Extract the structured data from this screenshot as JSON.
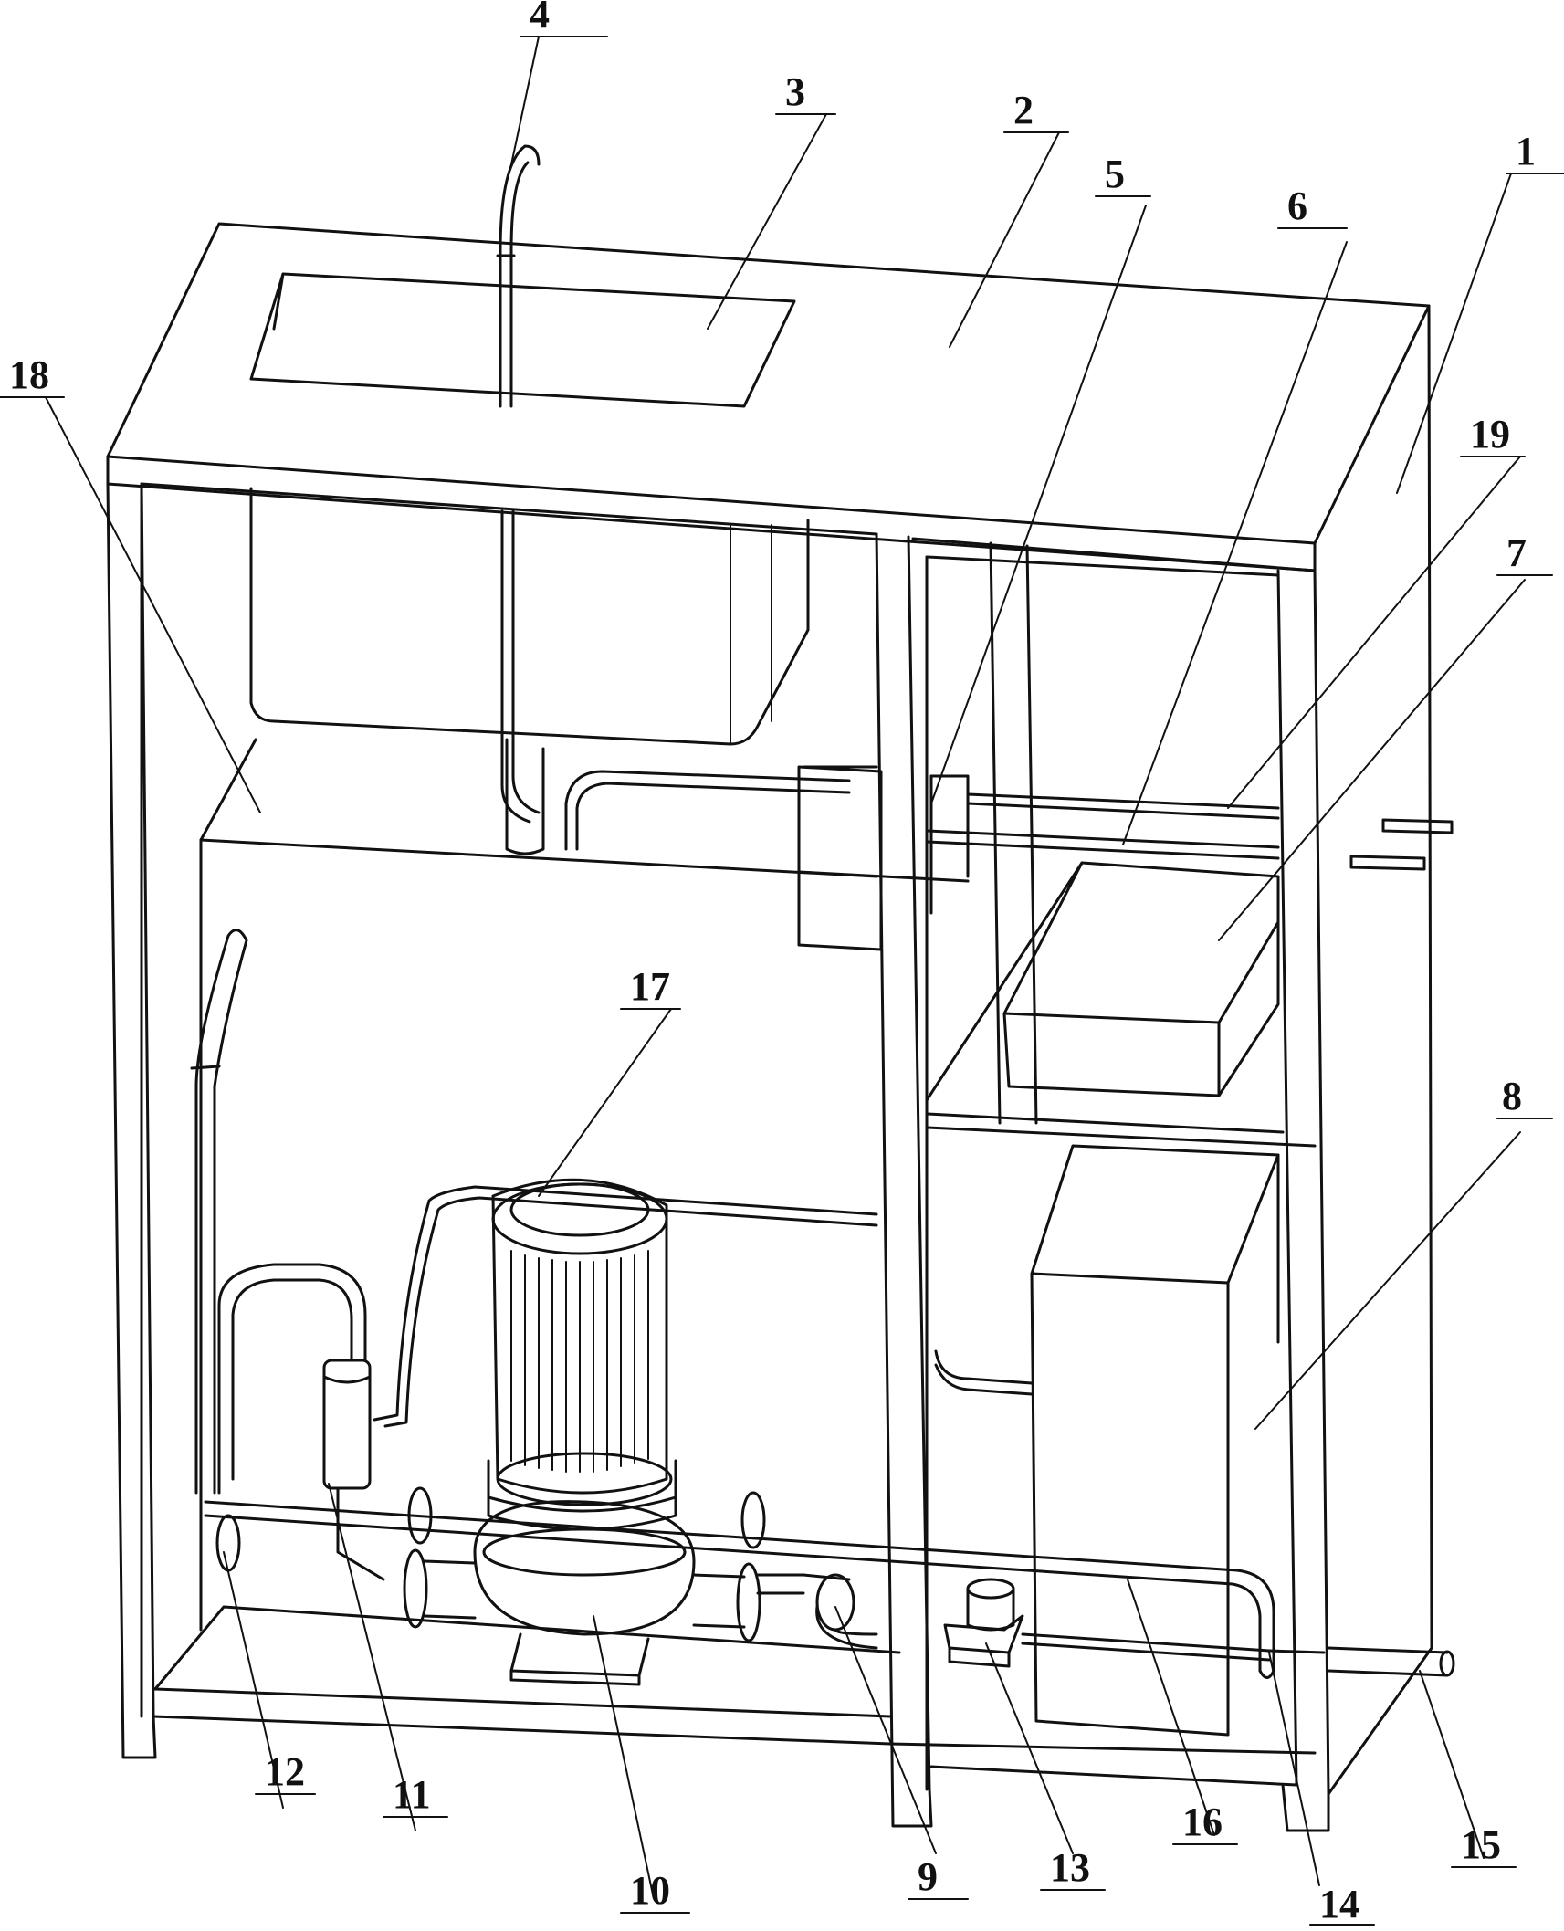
{
  "figure": {
    "callouts": [
      {
        "id": "c1",
        "number": "1"
      },
      {
        "id": "c2",
        "number": "2"
      },
      {
        "id": "c3",
        "number": "3"
      },
      {
        "id": "c4",
        "number": "4"
      },
      {
        "id": "c5",
        "number": "5"
      },
      {
        "id": "c6",
        "number": "6"
      },
      {
        "id": "c7",
        "number": "7"
      },
      {
        "id": "c8",
        "number": "8"
      },
      {
        "id": "c9",
        "number": "9"
      },
      {
        "id": "c10",
        "number": "10"
      },
      {
        "id": "c11",
        "number": "11"
      },
      {
        "id": "c12",
        "number": "12"
      },
      {
        "id": "c13",
        "number": "13"
      },
      {
        "id": "c14",
        "number": "14"
      },
      {
        "id": "c15",
        "number": "15"
      },
      {
        "id": "c16",
        "number": "16"
      },
      {
        "id": "c17",
        "number": "17"
      },
      {
        "id": "c18",
        "number": "18"
      },
      {
        "id": "c19",
        "number": "19"
      }
    ],
    "colors": {
      "line": "#111111",
      "background": "#ffffff"
    }
  }
}
